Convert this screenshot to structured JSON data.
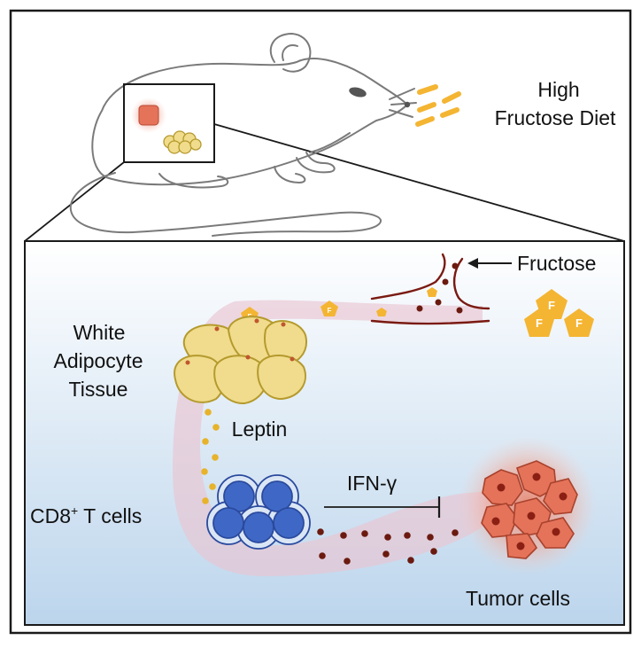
{
  "diet": {
    "line1": "High",
    "line2": "Fructose Diet"
  },
  "fructose_label": "Fructose",
  "fructose_symbol": "F",
  "adipose": {
    "line1": "White",
    "line2": "Adipocyte",
    "line3": "Tissue"
  },
  "leptin_label": "Leptin",
  "tcell": {
    "prefix": "CD8",
    "superscript": "+",
    "suffix": " T cells"
  },
  "ifn_label": "IFN-γ",
  "tumor_label": "Tumor cells",
  "colors": {
    "frame": "#1a1a1a",
    "panel_top": "#ffffff",
    "panel_bottom": "#bcd5ec",
    "sugar": "#f4b533",
    "fat": "#f0dc8c",
    "fat_stroke": "#b59a2e",
    "tcell": "#3f68c6",
    "tumor": "#e5735a",
    "vessel": "#7a1a12",
    "dot": "#6b1a10"
  }
}
